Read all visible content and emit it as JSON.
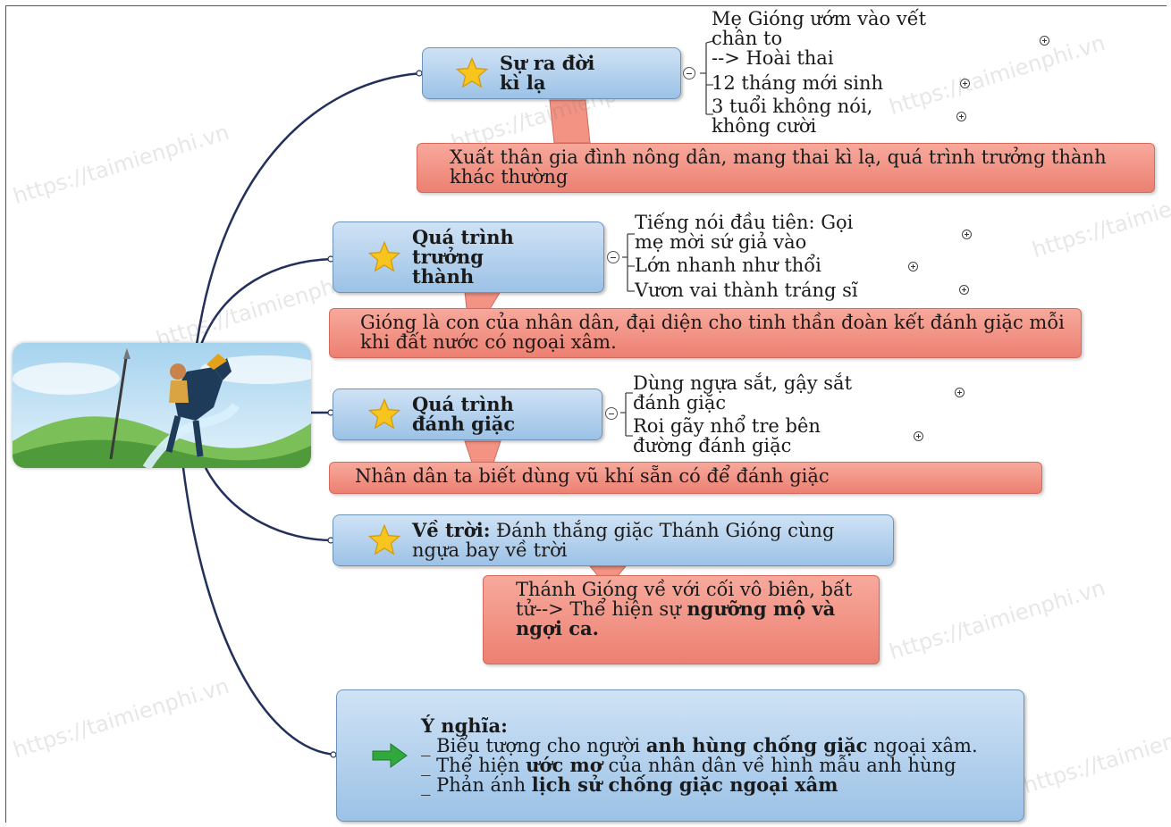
{
  "watermark": "https://taimienphi.vn",
  "branches": [
    {
      "title": "Sự ra đời\nkì lạ",
      "leaves": [
        "Mẹ Gióng ướm vào vết\nchân to\n--> Hoài thai",
        "12 tháng mới sinh",
        "3 tuổi không nói,\nkhông cười"
      ],
      "note": "Xuất thân gia đình nông dân, mang thai kì lạ, quá trình trưởng thành khác thường"
    },
    {
      "title": "Quá trình\ntrưởng\nthành",
      "leaves": [
        "Tiếng nói đầu tiên: Gọi\nmẹ mời sứ giả vào",
        "Lớn nhanh như thổi",
        "Vươn vai thành tráng sĩ"
      ],
      "note": "Gióng là con của nhân dân, đại diện cho tinh thần đoàn kết đánh giặc mỗi khi đất nước có ngoại xâm."
    },
    {
      "title": "Quá trình\nđánh giặc",
      "leaves": [
        "Dùng ngựa sắt, gậy sắt\nđánh giặc",
        "Roi gãy nhổ tre bên\nđường đánh giặc"
      ],
      "note": "Nhân dân ta biết dùng vũ khí sẵn có để đánh giặc"
    },
    {
      "title_bold": "Về trời:",
      "title_rest": " Đánh thắng giặc Thánh Gióng cùng ngựa bay về trời",
      "note_plain": "Thánh Gióng về với cối vô biên, bất tử--> Thể hiện sự ",
      "note_bold": "ngưỡng mộ và ngợi ca."
    },
    {
      "heading": "Ý nghĩa:",
      "line1_a": "_ Biểu tượng cho người ",
      "line1_b": "anh hùng chống giặc",
      "line1_c": " ngoại xâm.",
      "line2_a": "_ Thể hiện ",
      "line2_b": "ước mơ",
      "line2_c": " của nhân dân về hình mẫu anh hùng",
      "line3_a": "_ Phản ánh ",
      "line3_b": "lịch sử chống giặc ngoại xâm"
    }
  ],
  "colors": {
    "node_fill": "#a9c9ea",
    "note_fill": "#f29384",
    "connector": "#22305a",
    "star": "#f7c51e",
    "arrow": "#2fa83c"
  }
}
